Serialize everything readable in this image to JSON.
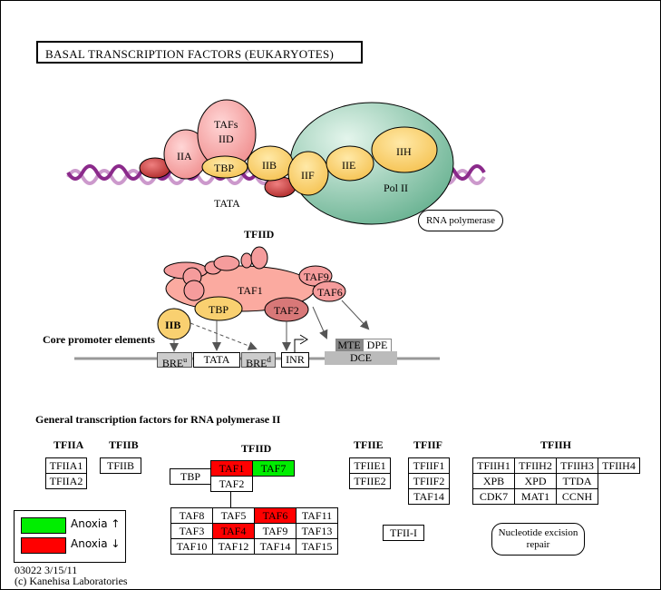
{
  "title": "BASAL TRANSCRIPTION FACTORS (EUKARYOTES)",
  "complex_diagram": {
    "factors": [
      "IIA",
      "TAFs",
      "IID",
      "TBP",
      "IIB",
      "IIF",
      "IIE",
      "IIH",
      "Pol II"
    ],
    "tata_label": "TATA",
    "rna_polymerase_link": "RNA polymerase",
    "colors": {
      "dna_dark": "#8b2a8b",
      "dna_light": "#cc99cc",
      "pink": "#f4a4a4",
      "yellow": "#f9d070",
      "green": "#8dcab0",
      "dark_red": "#c03a3a"
    }
  },
  "tfiid_diagram": {
    "title": "TFIID",
    "subunits": [
      "TAF1",
      "TAF9",
      "TAF6",
      "TBP",
      "TAF2",
      "IIB"
    ],
    "core_promoter_label": "Core promoter elements",
    "elements": {
      "breu": "BRE",
      "breu_sup": "u",
      "tata": "TATA",
      "bred": "BRE",
      "bred_sup": "d",
      "inr": "INR",
      "mte": "MTE",
      "dpe": "DPE",
      "dce": "DCE"
    }
  },
  "gtf_section": {
    "heading": "General transcription factors for RNA polymerase II",
    "tfiia": {
      "label": "TFIIA",
      "items": [
        "TFIIA1",
        "TFIIA2"
      ]
    },
    "tfiib": {
      "label": "TFIIB",
      "items": [
        "TFIIB"
      ]
    },
    "tfiid": {
      "label": "TFIID",
      "tbp": "TBP",
      "top": [
        {
          "name": "TAF1",
          "status": "down"
        },
        {
          "name": "TAF7",
          "status": "up"
        }
      ],
      "taf2": "TAF2",
      "grid": [
        [
          {
            "name": "TAF8",
            "status": ""
          },
          {
            "name": "TAF5",
            "status": ""
          },
          {
            "name": "TAF6",
            "status": "down"
          },
          {
            "name": "TAF11",
            "status": ""
          }
        ],
        [
          {
            "name": "TAF3",
            "status": ""
          },
          {
            "name": "TAF4",
            "status": "down"
          },
          {
            "name": "TAF9",
            "status": ""
          },
          {
            "name": "TAF13",
            "status": ""
          }
        ],
        [
          {
            "name": "TAF10",
            "status": ""
          },
          {
            "name": "TAF12",
            "status": ""
          },
          {
            "name": "TAF14",
            "status": ""
          },
          {
            "name": "TAF15",
            "status": ""
          }
        ]
      ]
    },
    "tfiie": {
      "label": "TFIIE",
      "items": [
        "TFIIE1",
        "TFIIE2"
      ]
    },
    "tfiif": {
      "label": "TFIIF",
      "items": [
        "TFIIF1",
        "TFIIF2",
        "TAF14"
      ]
    },
    "tfiih": {
      "label": "TFIIH",
      "rows": [
        [
          "TFIIH1",
          "TFIIH2",
          "TFIIH3",
          "TFIIH4"
        ],
        [
          "XPB",
          "XPD",
          "TTDA"
        ],
        [
          "CDK7",
          "MAT1",
          "CCNH"
        ]
      ]
    },
    "tfii_i": "TFII-I",
    "ner_link": "Nucleotide excision repair"
  },
  "legend": {
    "items": [
      {
        "label": "Anoxia ↑",
        "color": "#00ee00"
      },
      {
        "label": "Anoxia ↓",
        "color": "#ff0000"
      }
    ]
  },
  "footer": {
    "map_id_date": "03022 3/15/11",
    "copyright": "(c) Kanehisa Laboratories"
  }
}
